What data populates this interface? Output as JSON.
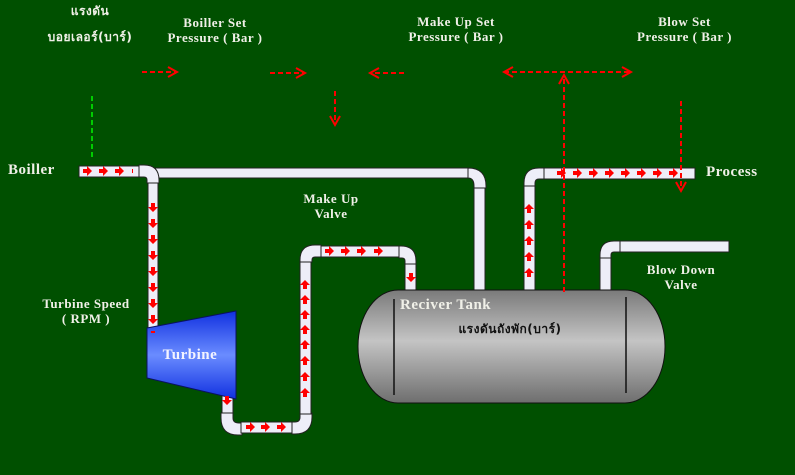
{
  "labels": {
    "boiler_pressure_line1": "แรงดัน",
    "boiler_pressure_line2": "บอยเลอร์(บาร์)",
    "boiler_set_line1": "Boiller Set",
    "boiler_set_line2": "Pressure ( Bar )",
    "makeup_set_line1": "Make Up Set",
    "makeup_set_line2": "Pressure ( Bar )",
    "blow_set_line1": "Blow Set",
    "blow_set_line2": "Pressure ( Bar )",
    "boiler": "Boiller",
    "process": "Process",
    "makeup_valve_line1": "Make Up",
    "makeup_valve_line2": "Valve",
    "turbine_speed_line1": "Turbine Speed",
    "turbine_speed_line2": "( RPM )",
    "turbine": "Turbine",
    "receiver_tank": "Reciver Tank",
    "tank_pressure": "แรงดันถังพัก(บาร์)",
    "blowdown_line1": "Blow Down",
    "blowdown_line2": "Valve"
  },
  "colors": {
    "background": "#005000",
    "pipe_fill": "#eeeef8",
    "pipe_edge": "#9a9aaa",
    "flow_arrow": "#ff0000",
    "signal_line": "#ff0000",
    "boiler_signal": "#00cc00",
    "turbine_blue": "#2f55ff",
    "tank_gray": "#a8a8a8",
    "label_text": "#f0f0e8"
  }
}
